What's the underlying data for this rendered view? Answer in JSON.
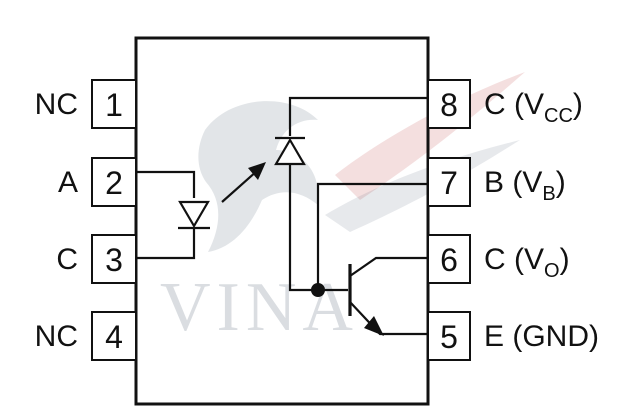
{
  "pins": [
    {
      "num": "1",
      "name": "NC",
      "name_sub": "",
      "name_tail": ""
    },
    {
      "num": "2",
      "name": "A",
      "name_sub": "",
      "name_tail": ""
    },
    {
      "num": "3",
      "name": "C",
      "name_sub": "",
      "name_tail": ""
    },
    {
      "num": "4",
      "name": "NC",
      "name_sub": "",
      "name_tail": ""
    },
    {
      "num": "5",
      "name": "E (GND)",
      "name_sub": "",
      "name_tail": ""
    },
    {
      "num": "6",
      "name": "C (V",
      "name_sub": "O",
      "name_tail": ")"
    },
    {
      "num": "7",
      "name": "B (V",
      "name_sub": "B",
      "name_tail": ")"
    },
    {
      "num": "8",
      "name": "C (V",
      "name_sub": "CC",
      "name_tail": ")"
    }
  ],
  "watermark": {
    "text": "VINA"
  },
  "colors": {
    "line": "#111111",
    "watermark_blue": "#7c8796",
    "watermark_red": "#c0504d"
  }
}
